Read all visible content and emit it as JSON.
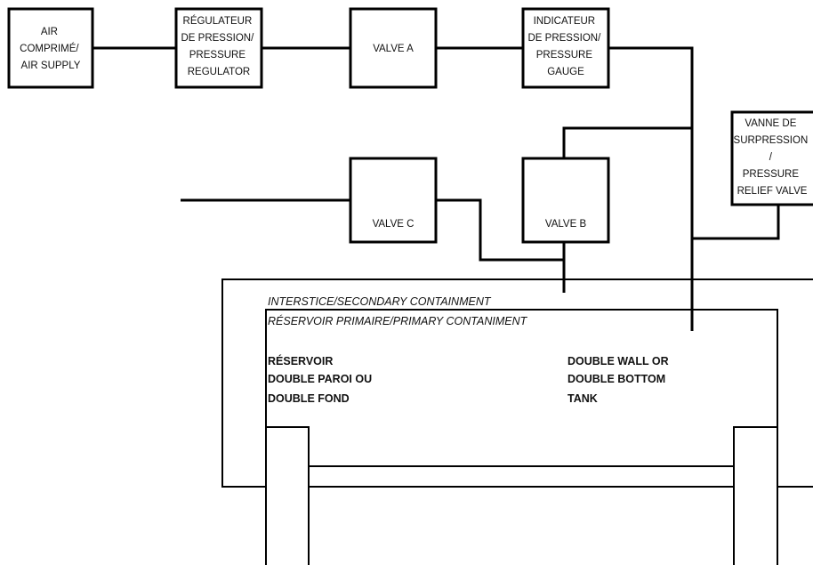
{
  "boxes": {
    "air_supply": [
      "AIR",
      "COMPRIMÉ/",
      "AIR SUPPLY"
    ],
    "pressure_regulator": [
      "RÉGULATEUR",
      "DE PRESSION/",
      "PRESSURE",
      "REGULATOR"
    ],
    "valve_a": [
      "VALVE A"
    ],
    "pressure_gauge": [
      "INDICATEUR",
      "DE PRESSION/",
      "PRESSURE",
      "GAUGE"
    ],
    "pressure_relief_valve": [
      "VANNE DE",
      "SURPRESSION",
      "/",
      "PRESSURE",
      "RELIEF VALVE"
    ],
    "valve_c": [
      "VALVE C"
    ],
    "valve_b": [
      "VALVE B"
    ]
  },
  "labels": {
    "interstice": "INTERSTICE/SECONDARY CONTAINMENT",
    "primary": "RÉSERVOIR PRIMAIRE/PRIMARY CONTANIMENT",
    "tank_fr": [
      "RÉSERVOIR",
      "DOUBLE PAROI OU",
      "DOUBLE FOND"
    ],
    "tank_en": [
      "DOUBLE WALL OR",
      "DOUBLE BOTTOM",
      "TANK"
    ]
  }
}
